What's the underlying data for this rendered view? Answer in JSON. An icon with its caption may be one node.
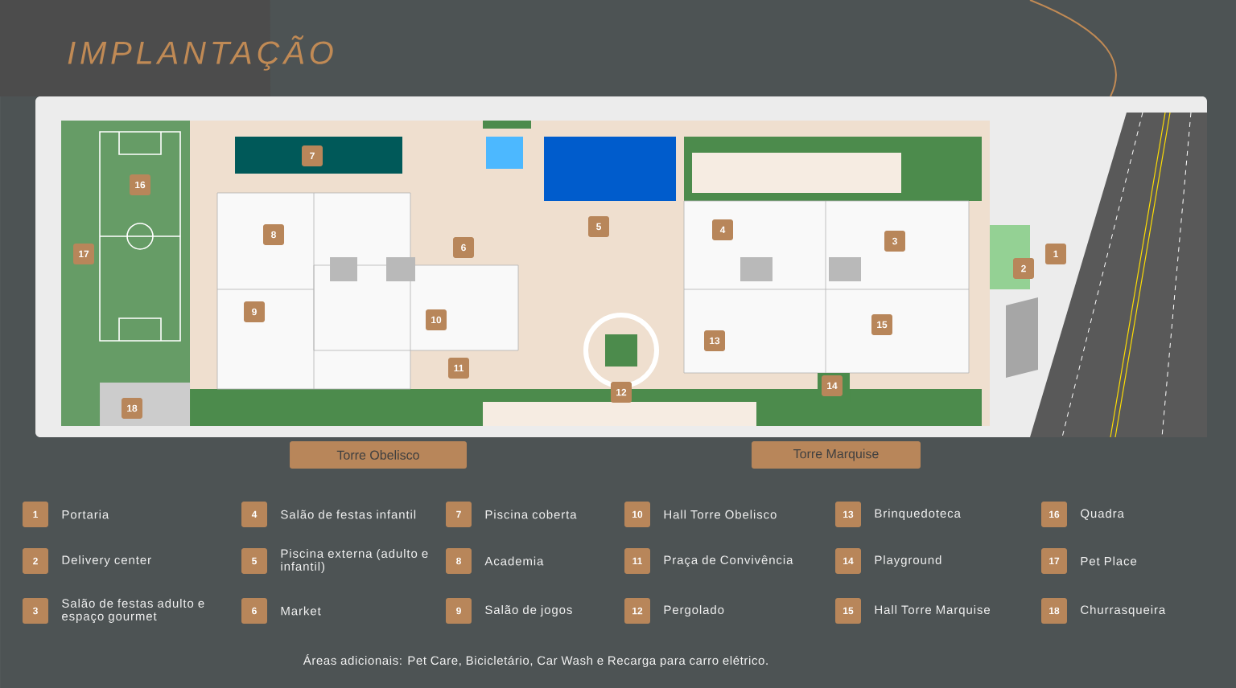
{
  "diagram": {
    "title": "IMPLANTAÇÃO",
    "labels": [
      "7",
      "16",
      "5",
      "4",
      "8",
      "3",
      "6",
      "17",
      "1",
      "2",
      "9",
      "10",
      "15",
      "13",
      "11",
      "14",
      "12",
      "18",
      "Torre Obelisco",
      "Torre Marquise",
      "1",
      "Portaria",
      "4",
      "Salão de festas infantil",
      "7",
      "Piscina coberta",
      "10",
      "Hall Torre Obelisco",
      "13",
      "Brinquedoteca",
      "16",
      "Quadra",
      "2",
      "Delivery center",
      "5",
      "Piscina externa (adulto e infantil)",
      "8",
      "Academia",
      "11",
      "Praça de Convivência",
      "14",
      "Playground",
      "17",
      "Pet Place",
      "3",
      "Salão de festas adulto e espaço gourmet",
      "6",
      "Market",
      "9",
      "Salão de jogos",
      "12",
      "Pergolado",
      "15",
      "Hall Torre Marquise",
      "18",
      "Churrasqueira",
      "Áreas adicionais: Pet Care, Bicicletário, Car Wash e Recarga para carro elétrico."
    ]
  }
}
